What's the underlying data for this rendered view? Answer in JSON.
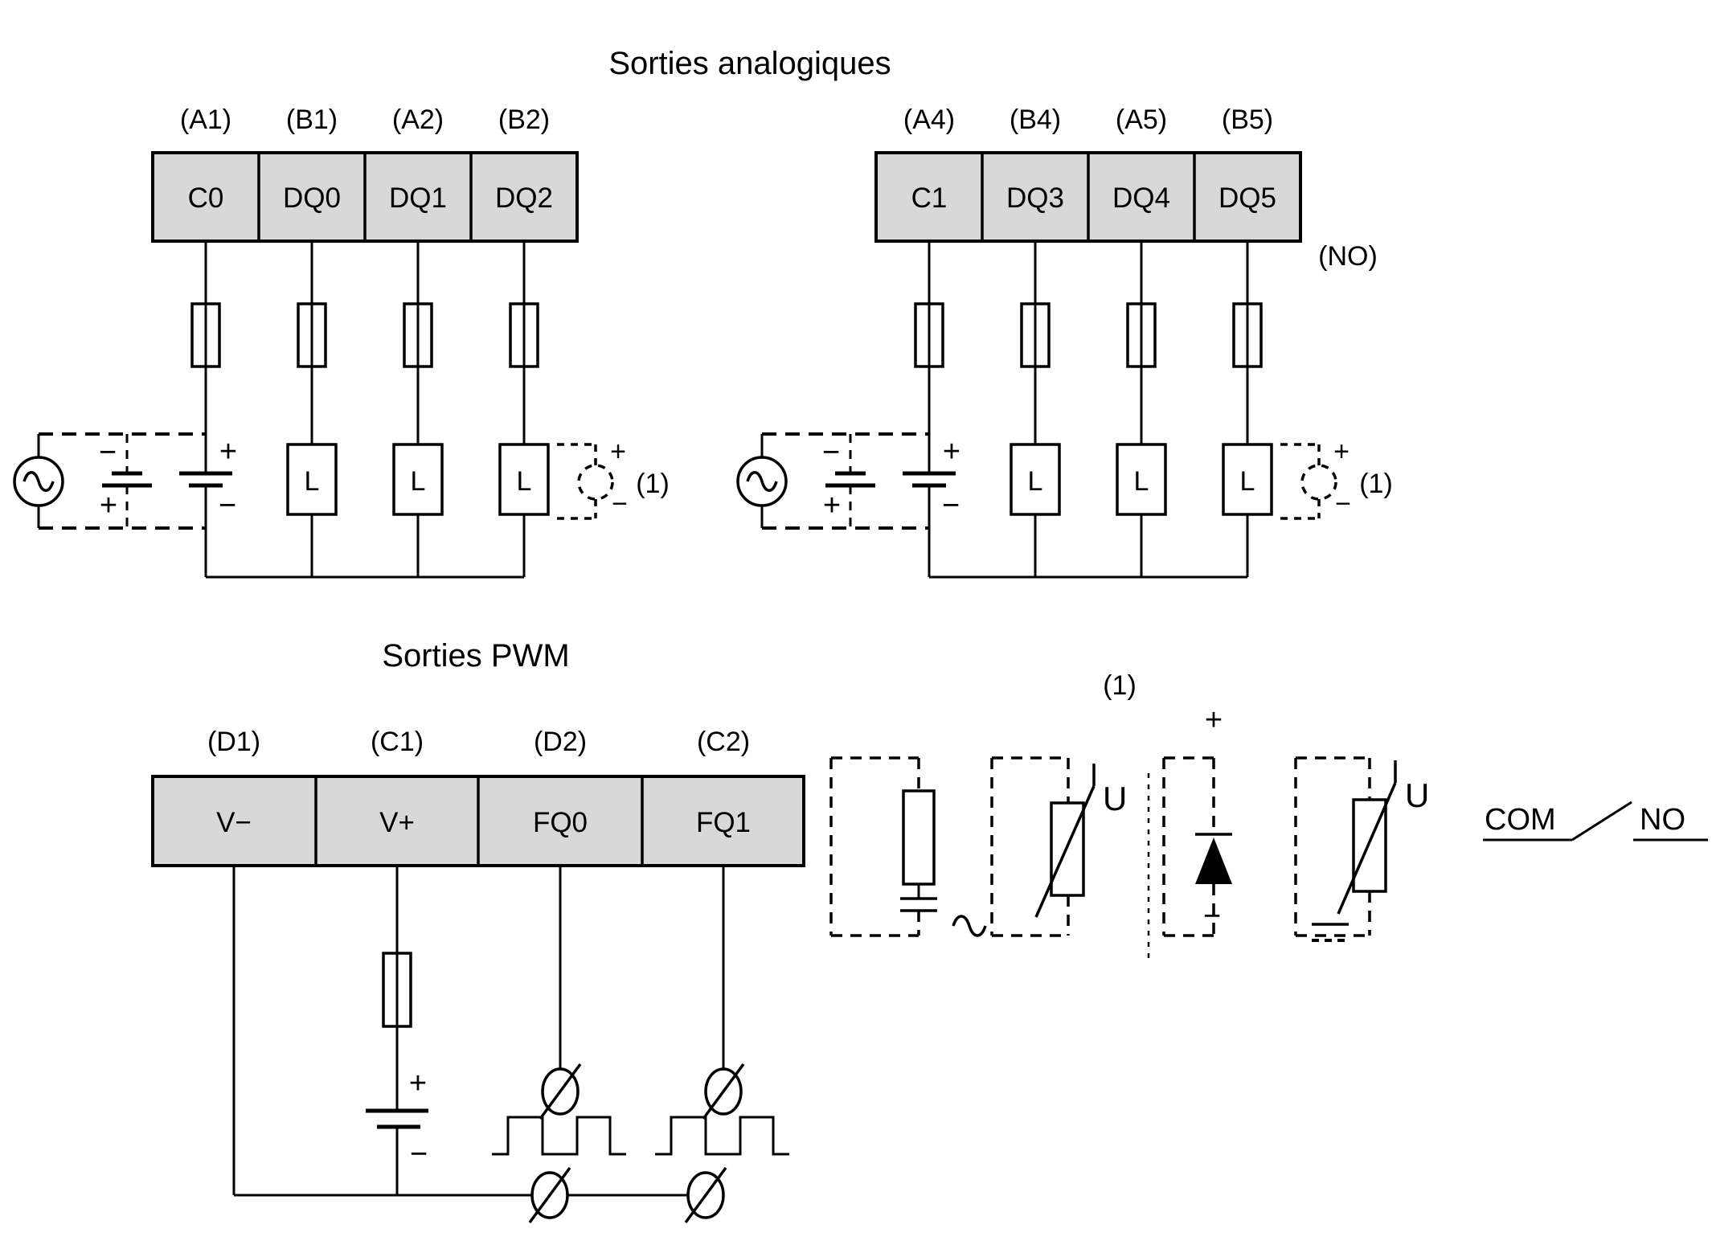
{
  "diagram": {
    "analog": {
      "title": "Sorties analogiques",
      "left": {
        "pins": [
          "(A1)",
          "(B1)",
          "(A2)",
          "(B2)"
        ],
        "terminals": [
          "C0",
          "DQ0",
          "DQ1",
          "DQ2"
        ]
      },
      "right": {
        "pins": [
          "(A4)",
          "(B4)",
          "(A5)",
          "(B5)"
        ],
        "terminals": [
          "C1",
          "DQ3",
          "DQ4",
          "DQ5"
        ],
        "relay_note": "(NO)"
      }
    },
    "pwm": {
      "title": "Sorties PWM",
      "pins": [
        "(D1)",
        "(C1)",
        "(D2)",
        "(C2)"
      ],
      "terminals": [
        "V−",
        "V+",
        "FQ0",
        "FQ1"
      ]
    },
    "labels": {
      "load": "L",
      "plus": "+",
      "minus": "−",
      "footnote": "(1)",
      "voltage": "U",
      "com": "COM",
      "no": "NO"
    },
    "colors": {
      "terminal_fill": "#d8d8d8",
      "stroke": "#000000",
      "background": "#ffffff"
    }
  }
}
